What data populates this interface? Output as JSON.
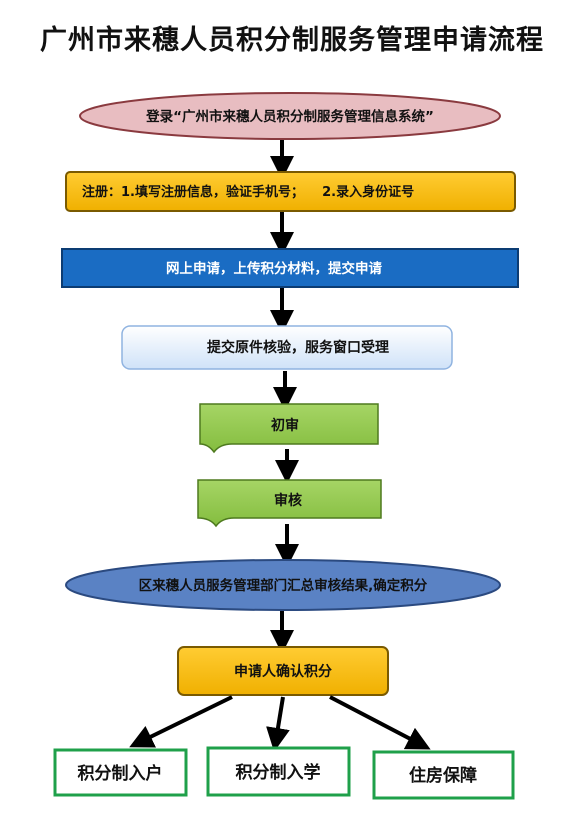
{
  "title": "广州市来穗人员积分制服务管理申请流程",
  "steps": {
    "login": "登录“广州市来穗人员积分制服务管理信息系统”",
    "register": "注册：1.填写注册信息，验证手机号；    2.录入身份证号",
    "apply_online": "网上申请，上传积分材料，提交申请",
    "submit_originals": "提交原件核验，服务窗口受理",
    "first_review": "初审",
    "review": "审核",
    "summary": "区来穗人员服务管理部门汇总审核结果,确定积分",
    "confirm": "申请人确认积分"
  },
  "outcomes": [
    "积分制入户",
    "积分制入学",
    "住房保障"
  ],
  "colors": {
    "login_fill": "#e7bcc0",
    "register_fill": "#f6bd16",
    "apply_fill": "#1a6cc3",
    "submit_fill": "#e3eefb",
    "review_fill": "#92c950",
    "summary_fill": "#5a82c4",
    "confirm_fill": "#f6bd16",
    "outcome_border": "#1fa04a",
    "arrow": "#000000"
  }
}
